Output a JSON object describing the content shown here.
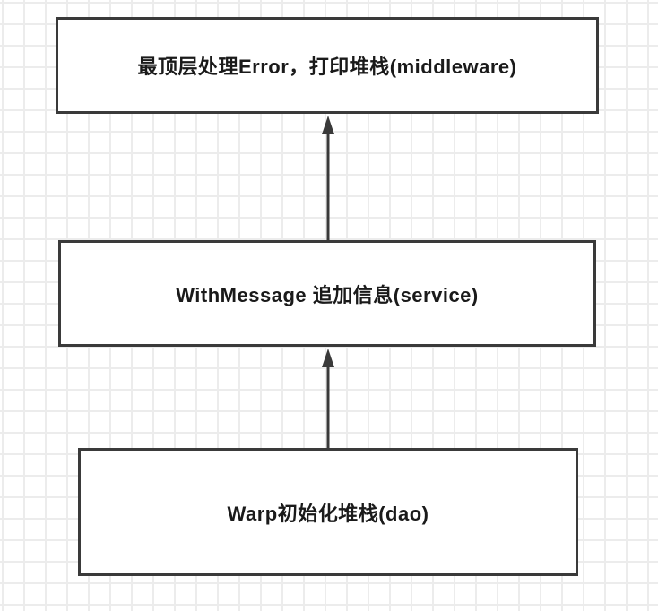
{
  "diagram": {
    "title": "error-handling-flow",
    "nodes": [
      {
        "id": "middleware",
        "label": "最顶层处理Error，打印堆栈(middleware)"
      },
      {
        "id": "service",
        "label": "WithMessage 追加信息(service)"
      },
      {
        "id": "dao",
        "label": "Warp初始化堆栈(dao)"
      }
    ],
    "edges": [
      {
        "from": "service",
        "to": "middleware",
        "direction": "up"
      },
      {
        "from": "dao",
        "to": "service",
        "direction": "up"
      }
    ],
    "colors": {
      "box_border": "#3a3a3a",
      "box_fill": "#ffffff",
      "text": "#1a1a1a",
      "arrow": "#3a3a3a",
      "grid_line": "#ececec",
      "background": "#ffffff"
    }
  }
}
